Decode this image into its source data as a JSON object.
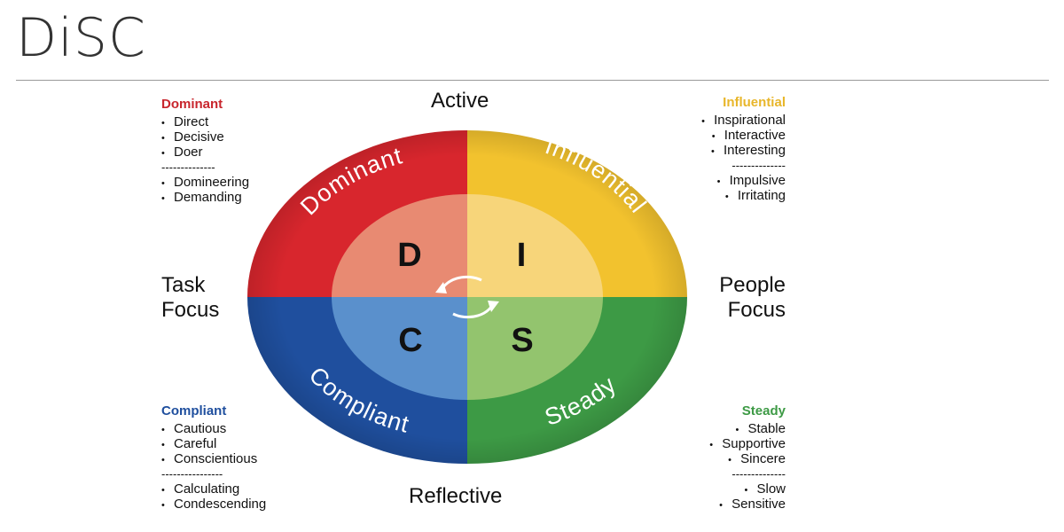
{
  "title": "DiSC",
  "axes": {
    "top": "Active",
    "bottom": "Reflective",
    "left_line1": "Task",
    "left_line2": "Focus",
    "right_line1": "People",
    "right_line2": "Focus"
  },
  "quadrants": {
    "dominant": {
      "arc_label": "Dominant",
      "letter": "D",
      "heading": "Dominant",
      "traits": [
        "Direct",
        "Decisive",
        "Doer"
      ],
      "separator": "--------------",
      "negatives": [
        "Domineering",
        "Demanding"
      ],
      "color": "#d8262d"
    },
    "influential": {
      "arc_label": "Influential",
      "letter": "I",
      "heading": "Influential",
      "traits": [
        "Inspirational",
        "Interactive",
        "Interesting"
      ],
      "separator": "--------------",
      "negatives": [
        "Impulsive",
        "Irritating"
      ],
      "color": "#f2c22e"
    },
    "compliant": {
      "arc_label": "Compliant",
      "letter": "C",
      "heading": "Compliant",
      "traits": [
        "Cautious",
        "Careful",
        "Conscientious"
      ],
      "separator": "----------------",
      "negatives": [
        "Calculating",
        "Condescending"
      ],
      "color": "#1f4f9e"
    },
    "steady": {
      "arc_label": "Steady",
      "letter": "S",
      "heading": "Steady",
      "traits": [
        "Stable",
        "Supportive",
        "Sincere"
      ],
      "separator": "--------------",
      "negatives": [
        "Slow",
        "Sensitive"
      ],
      "color": "#3d9a45"
    }
  }
}
